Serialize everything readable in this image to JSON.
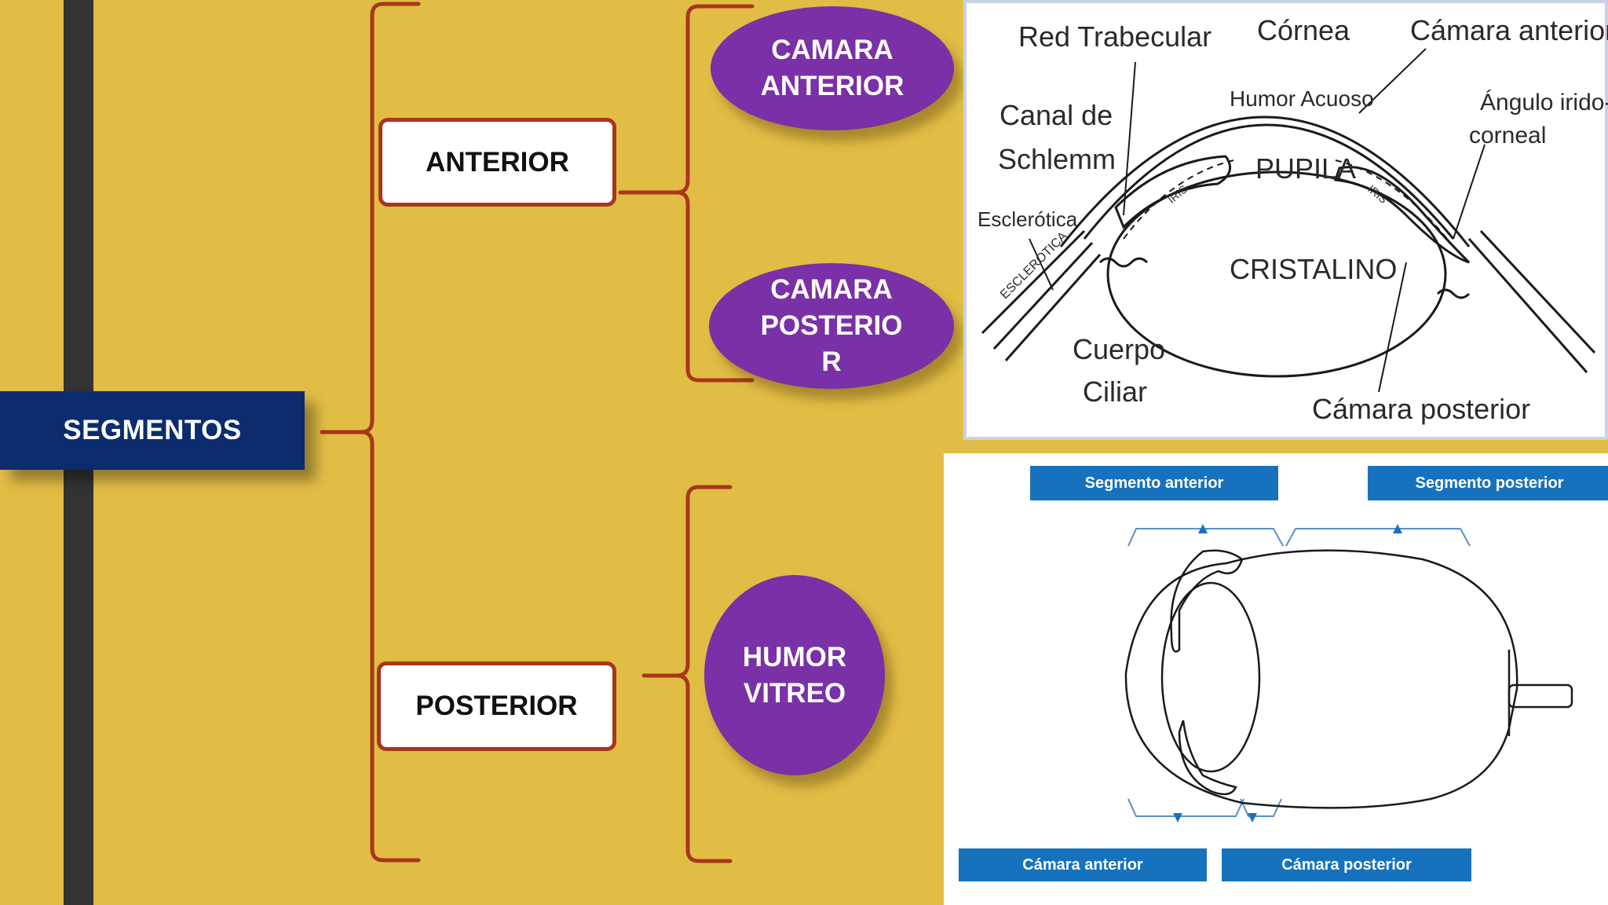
{
  "mindmap": {
    "root": "SEGMENTOS",
    "branches": [
      {
        "label": "ANTERIOR",
        "children": [
          "CAMARA\nANTERIOR",
          "CAMARA\nPOSTERIO\nR"
        ]
      },
      {
        "label": "POSTERIOR",
        "children": [
          "HUMOR\nVITREO"
        ]
      }
    ]
  },
  "colors": {
    "background": "#E2BD45",
    "root_box": "#0C2C6E",
    "bracket": "#A8361C",
    "oval": "#7A30A6",
    "blue_label": "#1772BE"
  },
  "eye_diagram_1": {
    "labels": {
      "red_trabecular": "Red Trabecular",
      "cornea": "Córnea",
      "camara_anterior": "Cámara anterior",
      "humor_acuoso": "Humor Acuoso",
      "canal_de": "Canal de",
      "schlemm": "Schlemm",
      "angulo_1": "Ángulo irido-",
      "angulo_2": "corneal",
      "pupila": "PUPILA",
      "esclerotica": "Esclerótica",
      "esclerotica_inner": "ESCLEROTICA",
      "iris_left": "IRIS",
      "iris_right": "IRIS",
      "cristalino": "CRISTALINO",
      "cuerpo": "Cuerpo",
      "ciliar": "Ciliar",
      "camara_posterior": "Cámara posterior"
    }
  },
  "eye_diagram_2": {
    "labels": {
      "segmento_anterior": "Segmento anterior",
      "segmento_posterior": "Segmento posterior",
      "camara_anterior": "Cámara anterior",
      "camara_posterior": "Cámara posterior"
    }
  }
}
